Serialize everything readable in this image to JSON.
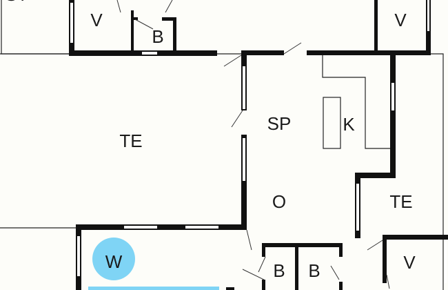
{
  "floor_plan": {
    "accent_color": "#7fd4f5",
    "rooms": [
      {
        "id": "st-top-left",
        "label": "ST"
      },
      {
        "id": "v-top-left",
        "label": "V"
      },
      {
        "id": "b-top",
        "label": "B"
      },
      {
        "id": "v-top-right",
        "label": "V"
      },
      {
        "id": "te-left",
        "label": "TE"
      },
      {
        "id": "sp",
        "label": "SP"
      },
      {
        "id": "k",
        "label": "K"
      },
      {
        "id": "o",
        "label": "O"
      },
      {
        "id": "te-right",
        "label": "TE"
      },
      {
        "id": "w",
        "label": "W"
      },
      {
        "id": "b-bottom-1",
        "label": "B"
      },
      {
        "id": "b-bottom-2",
        "label": "B"
      },
      {
        "id": "v-bottom-right",
        "label": "V"
      }
    ]
  }
}
